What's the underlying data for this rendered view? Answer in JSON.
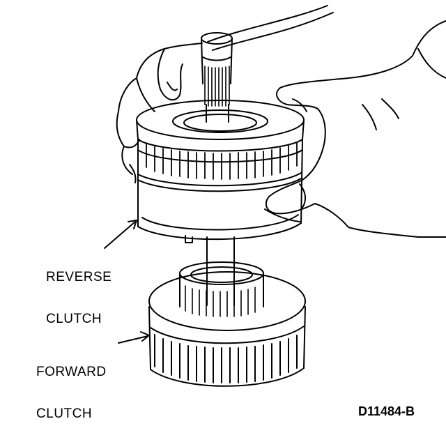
{
  "labels": {
    "reverse_line1": "REVERSE",
    "reverse_line2": "CLUTCH",
    "forward_line1": "FORWARD",
    "forward_line2": "CLUTCH",
    "figure_code": "D11484-B"
  },
  "colors": {
    "ink": "#000000",
    "paper": "#ffffff"
  }
}
